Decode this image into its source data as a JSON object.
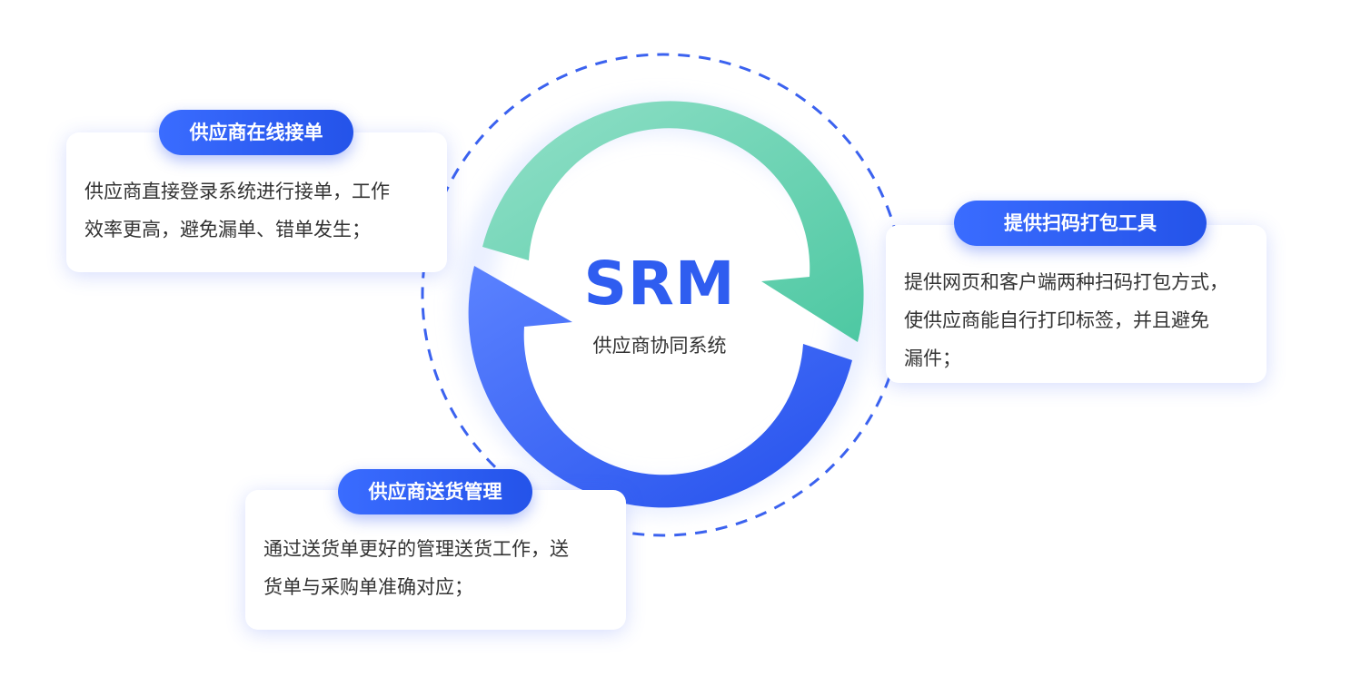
{
  "center": {
    "title": "SRM",
    "subtitle": "供应商协同系统"
  },
  "colors": {
    "accent_blue": "#2f5df0",
    "accent_green": "#5fd0ad",
    "dashed_ring": "#3b62ef",
    "text": "#333333"
  },
  "cards": [
    {
      "title": "供应商在线接单",
      "lines": [
        "供应商直接登录系统进行接单，工作",
        "效率更高，避免漏单、错单发生；"
      ]
    },
    {
      "title": "提供扫码打包工具",
      "lines": [
        "提供网页和客户端两种扫码打包方式，",
        "使供应商能自行打印标签，并且避免",
        "漏件；"
      ]
    },
    {
      "title": "供应商送货管理",
      "lines": [
        "通过送货单更好的管理送货工作，送",
        "货单与采购单准确对应；"
      ]
    }
  ]
}
